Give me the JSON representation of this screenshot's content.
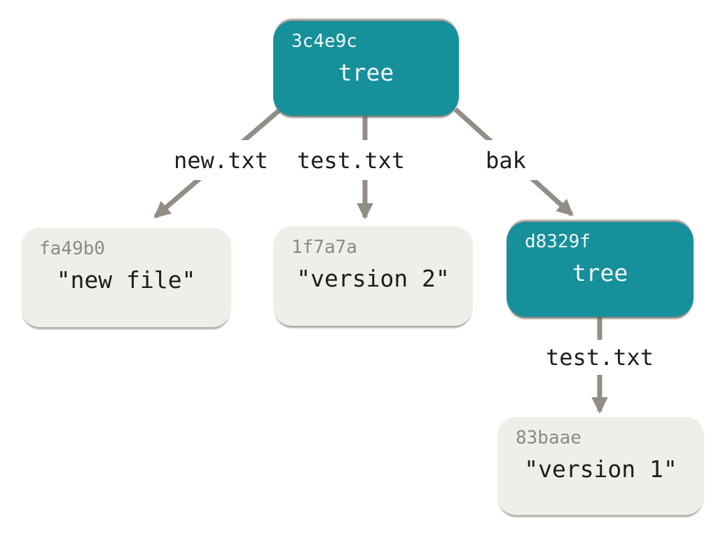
{
  "colors": {
    "tree_fill": "#16909a",
    "tree_text": "#f4f8f8",
    "blob_fill": "#efeee8",
    "hash_gray": "#8b8b85",
    "ink": "#1d1d1b",
    "arrow": "#928e85",
    "label_bg": "#ffffff"
  },
  "nodes": [
    {
      "id": "root-tree",
      "type": "tree",
      "hash": "3c4e9c",
      "label": "tree"
    },
    {
      "id": "blob-new",
      "type": "blob",
      "hash": "fa49b0",
      "label": "\"new file\""
    },
    {
      "id": "blob-v2",
      "type": "blob",
      "hash": "1f7a7a",
      "label": "\"version 2\""
    },
    {
      "id": "sub-tree",
      "type": "tree",
      "hash": "d8329f",
      "label": "tree"
    },
    {
      "id": "blob-v1",
      "type": "blob",
      "hash": "83baae",
      "label": "\"version 1\""
    }
  ],
  "edges": [
    {
      "label": "new.txt",
      "from": "root-tree",
      "to": "blob-new"
    },
    {
      "label": "test.txt",
      "from": "root-tree",
      "to": "blob-v2"
    },
    {
      "label": "bak",
      "from": "root-tree",
      "to": "sub-tree"
    },
    {
      "label": "test.txt",
      "from": "sub-tree",
      "to": "blob-v1"
    }
  ]
}
